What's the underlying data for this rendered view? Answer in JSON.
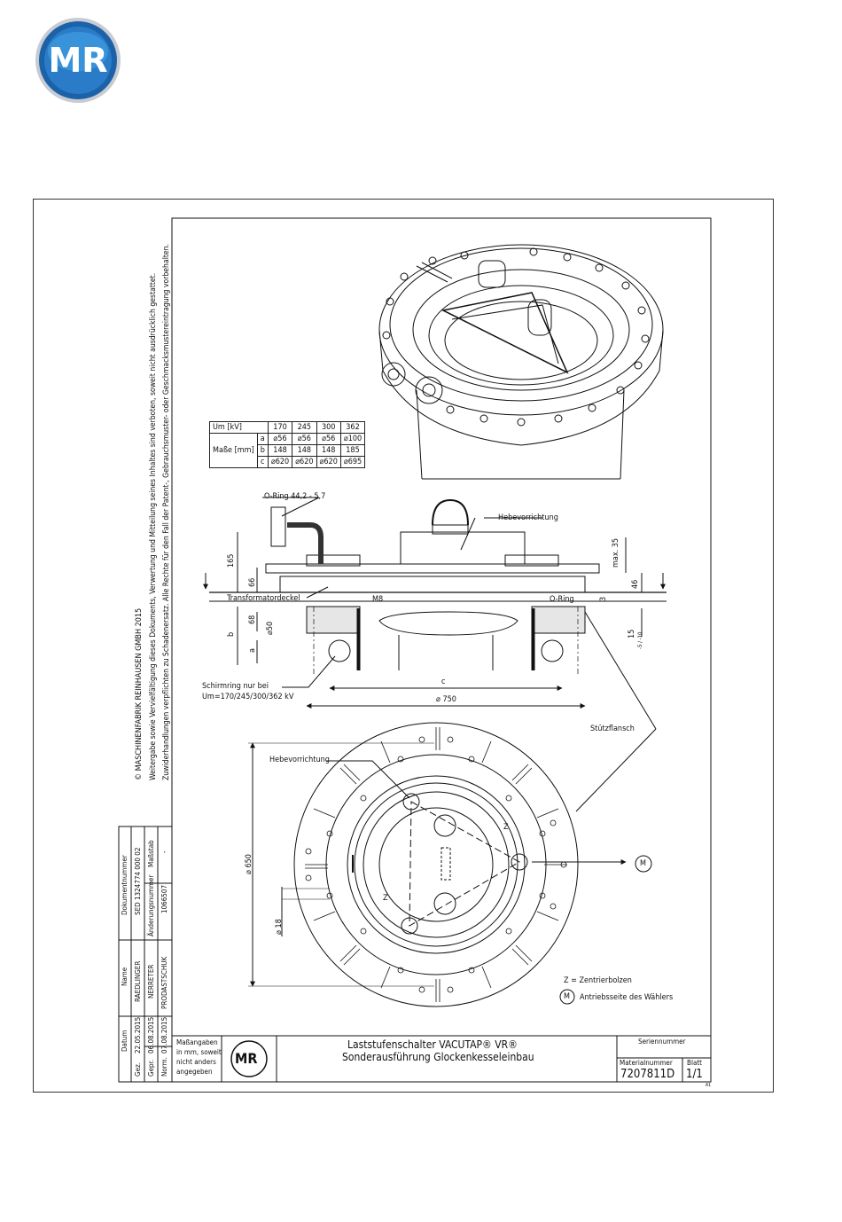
{
  "logo": {
    "text": "MR",
    "colors": {
      "outer": "#1b62a8",
      "inner": "#3f9be0",
      "ring": "#c8ccd2"
    }
  },
  "copyright": {
    "line1": "© MASCHINENFABRIK REINHAUSEN GMBH 2015",
    "line2": "Weitergabe sowie Vervielfältigung dieses Dokuments, Verwertung und Mitteilung seines Inhaltes sind verboten, soweit nicht ausdrücklich gestattet.",
    "line3": "Zuwiderhandlungen verpflichten zu Schadenersatz. Alle Rechte für den Fall der Patent-, Gebrauchsmuster- oder Geschmacksmustereintragung vorbehalten."
  },
  "dims_table": {
    "header_label": "Um [kV]",
    "columns": [
      "170",
      "245",
      "300",
      "362"
    ],
    "row_group_label": "Maße [mm]",
    "rows": [
      {
        "key": "a",
        "values": [
          "⌀56",
          "⌀56",
          "⌀56",
          "⌀100"
        ]
      },
      {
        "key": "b",
        "values": [
          "148",
          "148",
          "148",
          "185"
        ]
      },
      {
        "key": "c",
        "values": [
          "⌀620",
          "⌀620",
          "⌀620",
          "⌀695"
        ]
      }
    ]
  },
  "section_labels": {
    "oring_top": "O-Ring 44,2 - 5,7",
    "hebe_side": "Hebevorrichtung",
    "transformatordeckel": "Transformatordeckel",
    "m8": "M8",
    "oring_right": "O-Ring",
    "schirmring_1": "Schirmring nur bei",
    "schirmring_2": "Um=170/245/300/362 kV",
    "stuetzflansch": "Stützflansch",
    "dim_165": "165",
    "dim_66": "66",
    "dim_68": "68",
    "dim_d50": "⌀50",
    "dim_b": "b",
    "dim_a": "a",
    "dim_max35": "max. 35",
    "dim_46": "46",
    "dim_3": "3",
    "dim_15_sup": "15",
    "dim_15_tol": "-5 / -10",
    "dim_c": "c",
    "dim_750": "⌀ 750"
  },
  "plan_labels": {
    "hebe_top": "Hebevorrichtung",
    "dim_650": "⌀ 650",
    "dim_18": "⌀ 18",
    "z1": "Z",
    "z2": "Z",
    "m_marker": "M",
    "legend_z": "Z = Zentrierbolzen",
    "legend_m_symbol": "M",
    "legend_m": "Antriebsseite des Wählers"
  },
  "title_block": {
    "doc_header": "Dokumentnummer",
    "doc_number": "SED 1324774 000 02",
    "change_header": "Änderungsnummer",
    "change_number": "1066507",
    "scale_header": "Maßstab",
    "scale_value": "-",
    "name_header": "Name",
    "date_header": "Datum",
    "rows": [
      {
        "role": "Gez.",
        "date": "22.05.2015",
        "name": "RAEDLINGER"
      },
      {
        "role": "Gepr.",
        "date": "06.08.2015",
        "name": "NERRETER"
      },
      {
        "role": "Norm.",
        "date": "07.08.2015",
        "name": "PRODASTSCHUK"
      }
    ],
    "units_note": [
      "Maßangaben",
      "in mm, soweit",
      "nicht anders",
      "angegeben"
    ],
    "logo_text": "MR",
    "title_line1": "Laststufenschalter VACUTAP® VR®",
    "title_line2": "Sonderausführung Glockenkesseleinbau",
    "serial_label": "Seriennummer",
    "material_label": "Materialnummer",
    "material_number": "7207811D",
    "sheet_label": "Blatt",
    "sheet_value": "1/1",
    "corner_mark": "A1"
  }
}
